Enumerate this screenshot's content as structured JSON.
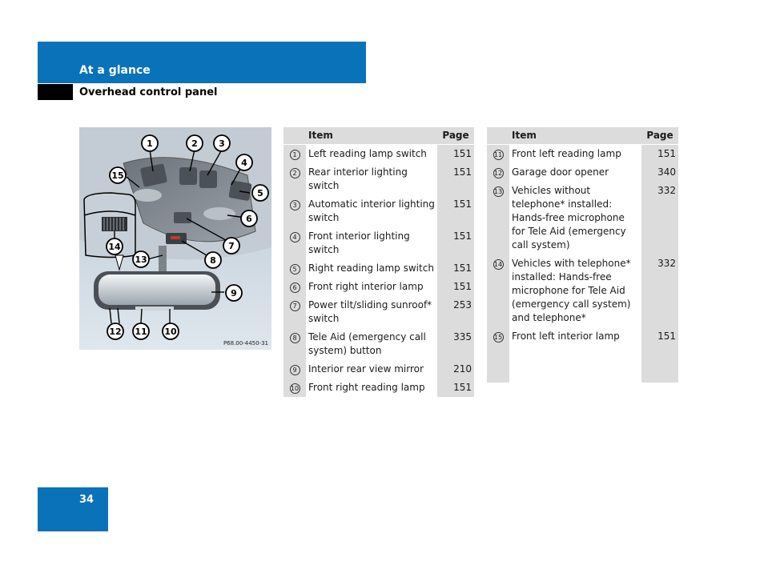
{
  "header": {
    "section_title": "At a glance",
    "subsection_title": "Overhead control panel"
  },
  "figure": {
    "code": "P68.00-4450-31",
    "callouts": [
      "1",
      "2",
      "3",
      "4",
      "5",
      "6",
      "7",
      "8",
      "9",
      "10",
      "11",
      "12",
      "13",
      "14",
      "15"
    ]
  },
  "table_left": {
    "col_item": "Item",
    "col_page": "Page",
    "rows": [
      {
        "num": "1",
        "item": "Left reading lamp switch",
        "page": "151"
      },
      {
        "num": "2",
        "item": "Rear interior lighting switch",
        "page": "151"
      },
      {
        "num": "3",
        "item": "Automatic interior lighting switch",
        "page": "151"
      },
      {
        "num": "4",
        "item": "Front interior lighting switch",
        "page": "151"
      },
      {
        "num": "5",
        "item": "Right reading lamp switch",
        "page": "151"
      },
      {
        "num": "6",
        "item": "Front right interior lamp",
        "page": "151"
      },
      {
        "num": "7",
        "item": "Power tilt/sliding sunroof* switch",
        "page": "253"
      },
      {
        "num": "8",
        "item": "Tele Aid (emergency call system) button",
        "page": "335"
      },
      {
        "num": "9",
        "item": "Interior rear view mirror",
        "page": "210"
      },
      {
        "num": "10",
        "item": "Front right reading lamp",
        "page": "151"
      }
    ]
  },
  "table_right": {
    "col_item": "Item",
    "col_page": "Page",
    "rows": [
      {
        "num": "11",
        "item": "Front left reading lamp",
        "page": "151"
      },
      {
        "num": "12",
        "item": "Garage door opener",
        "page": "340"
      },
      {
        "num": "13",
        "item": "Vehicles without telephone* installed: Hands-free microphone for Tele Aid (emergency call system)",
        "page": "332"
      },
      {
        "num": "14",
        "item": "Vehicles with telephone* installed: Hands-free microphone for Tele Aid (emergency call system) and telephone*",
        "page": "332"
      },
      {
        "num": "15",
        "item": "Front left interior lamp",
        "page": "151"
      }
    ]
  },
  "footer": {
    "page_number": "34"
  }
}
